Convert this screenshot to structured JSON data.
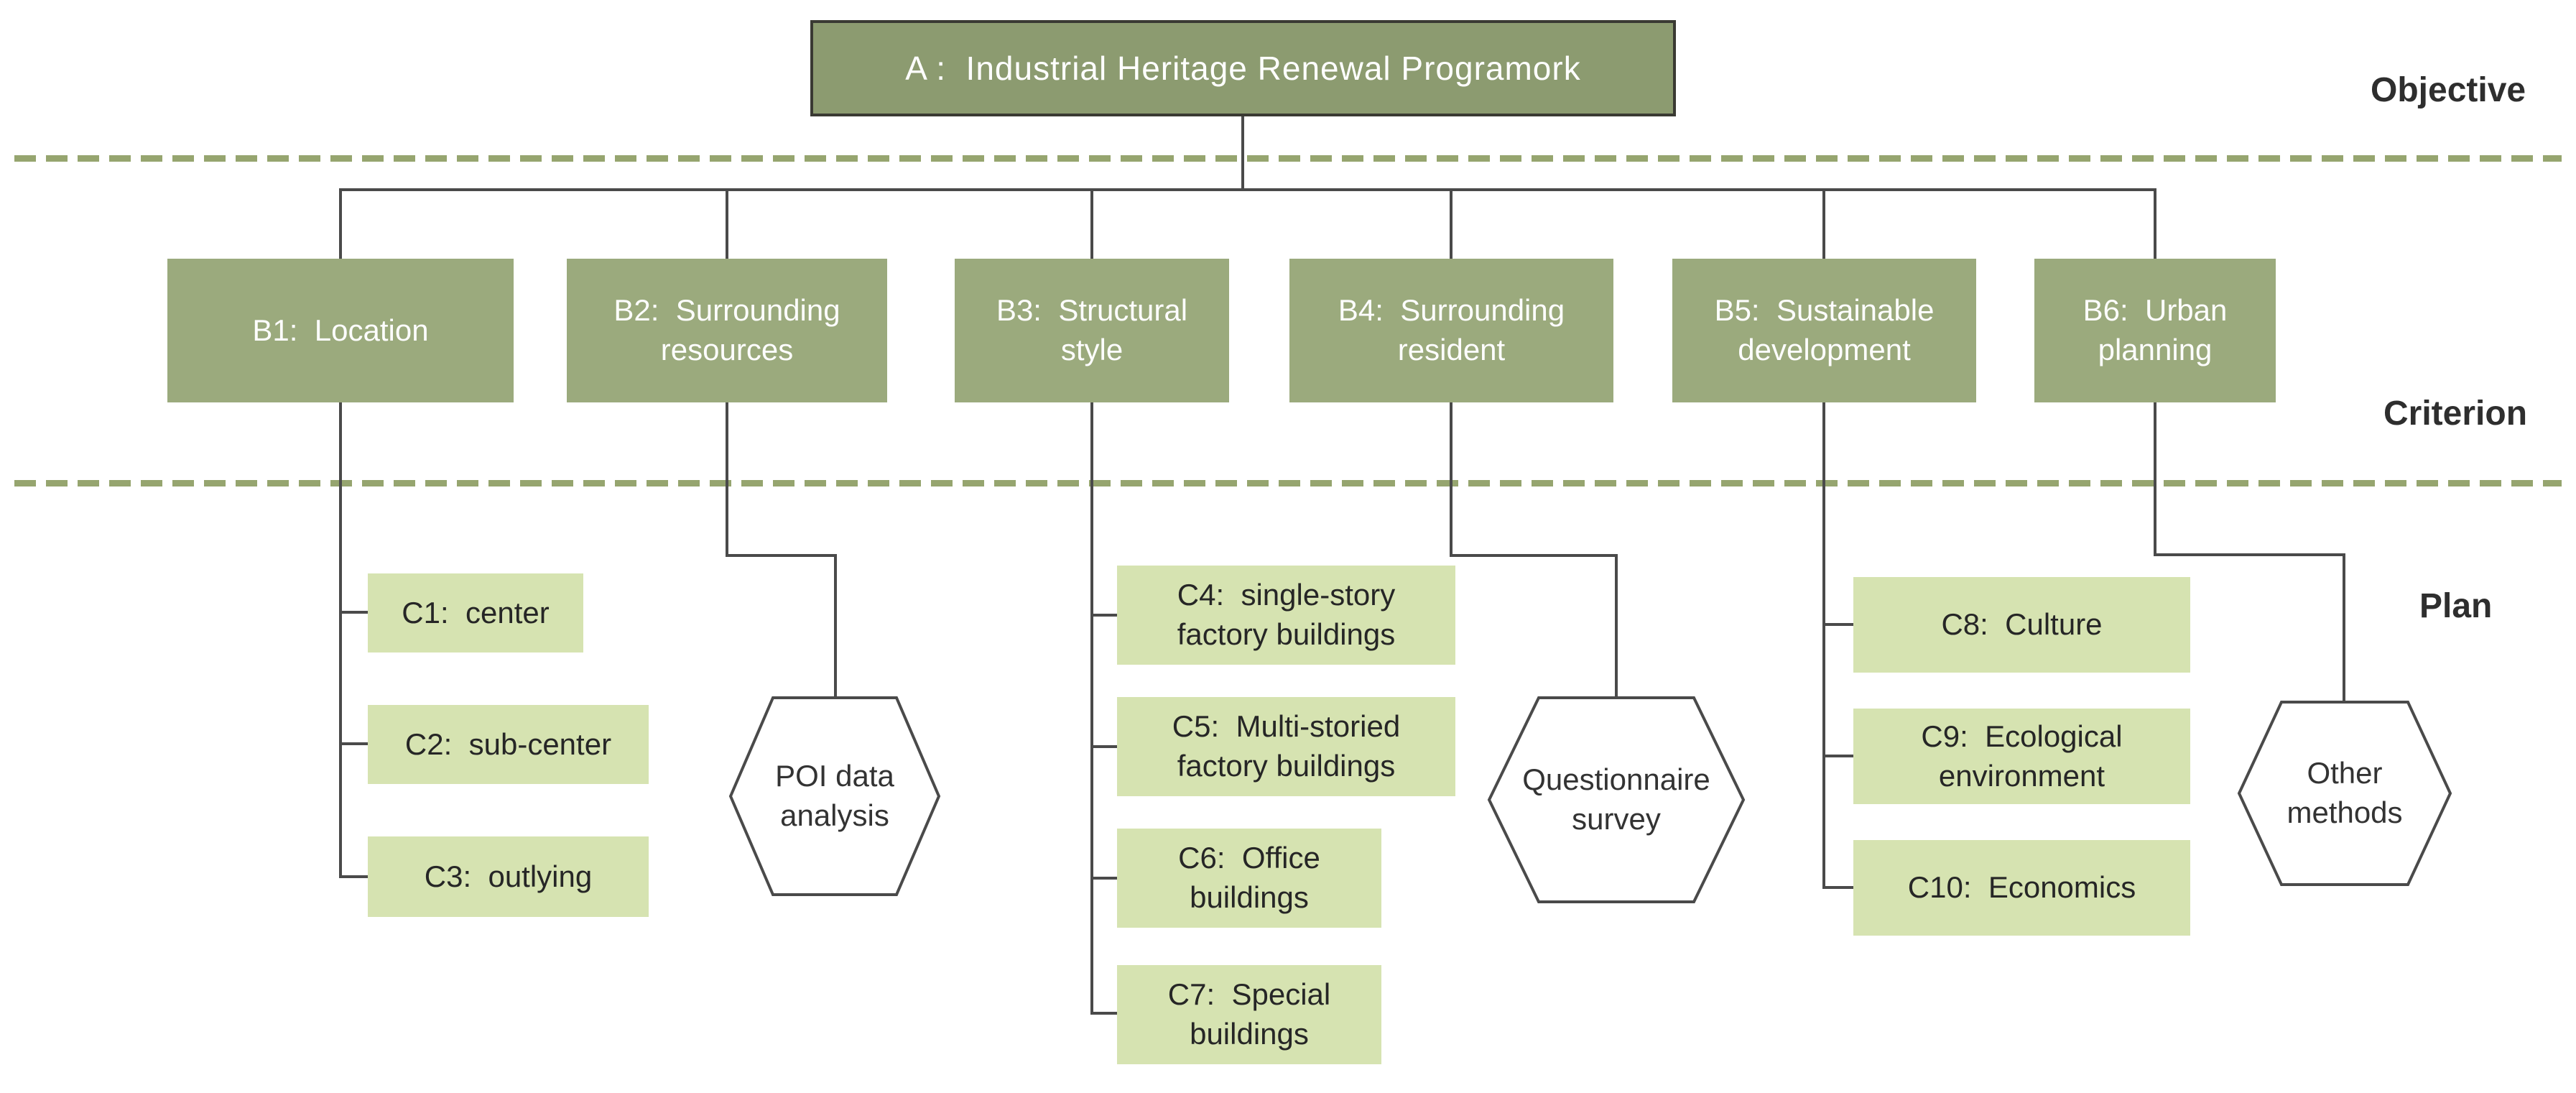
{
  "root": {
    "label": "A :  Industrial Heritage Renewal Programork"
  },
  "levels": {
    "objective": "Objective",
    "criterion": "Criterion",
    "plan": "Plan"
  },
  "criteria": {
    "b1": {
      "label": "B1:  Location"
    },
    "b2": {
      "label": "B2:  Surrounding\nresources"
    },
    "b3": {
      "label": "B3:  Structural\nstyle"
    },
    "b4": {
      "label": "B4:  Surrounding\nresident"
    },
    "b5": {
      "label": "B5:  Sustainable\ndevelopment"
    },
    "b6": {
      "label": "B6:  Urban\nplanning"
    }
  },
  "plans": {
    "c1": {
      "label": "C1:  center"
    },
    "c2": {
      "label": "C2:  sub-center"
    },
    "c3": {
      "label": "C3:  outlying"
    },
    "c4": {
      "label": "C4:  single-story\nfactory buildings"
    },
    "c5": {
      "label": "C5:  Multi-storied\nfactory buildings"
    },
    "c6": {
      "label": "C6:  Office\nbuildings"
    },
    "c7": {
      "label": "C7:  Special\nbuildings"
    },
    "c8": {
      "label": "C8:  Culture"
    },
    "c9": {
      "label": "C9:  Ecological\nenvironment"
    },
    "c10": {
      "label": "C10:  Economics"
    }
  },
  "methods": {
    "poi": {
      "label": "POI data\nanalysis"
    },
    "questionnaire": {
      "label": "Questionnaire\nsurvey"
    },
    "other": {
      "label": "Other\nmethods"
    }
  },
  "colors": {
    "objective_box_fill": "#8C9B70",
    "objective_box_border": "#3A3A33",
    "criterion_box_fill": "#9BAA7D",
    "plan_box_fill": "#D6E3B1",
    "hexagon_fill": "#FFFFFF",
    "hexagon_border": "#4A4A4A",
    "connector_line": "#4A4A4A",
    "level_divider": "#96A56F",
    "text_light": "#FFFFFF",
    "text_dark": "#262626"
  }
}
